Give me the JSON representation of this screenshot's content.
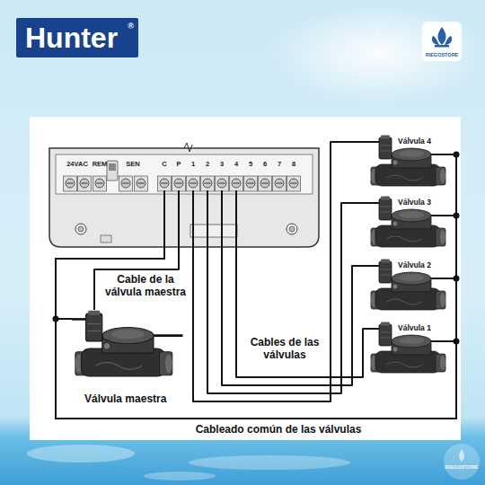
{
  "diagram": {
    "nodes": [
      {
        "text": [
          "Hunter"
        ]
      },
      {
        "text": [
          "24VAC",
          "REM",
          "SEN",
          "C",
          "P",
          "1",
          "2",
          "3",
          "4",
          "5",
          "6",
          "7",
          "8"
        ]
      },
      {
        "text": [
          "Válvula 4"
        ]
      },
      {
        "text": [
          "Válvula 3"
        ]
      },
      {
        "text": [
          "Válvula 2"
        ]
      },
      {
        "text": [
          "Válvula 1"
        ]
      },
      {
        "text": [
          "Válvula maestra"
        ]
      }
    ],
    "edges": [
      {
        "from": 1,
        "to": 6,
        "arrow": "none"
      },
      {
        "from": 1,
        "to": 2,
        "arrow": "none"
      },
      {
        "from": 1,
        "to": 3,
        "arrow": "none"
      },
      {
        "from": 1,
        "to": 4,
        "arrow": "none"
      },
      {
        "from": 1,
        "to": 5,
        "arrow": "none"
      }
    ],
    "labels": [
      "®",
      "RIEGOSTORE",
      "Cable de la válvula maestra",
      "Cables de las válvulas",
      "Cableado común de las válvulas",
      "RIEGOSTORE"
    ]
  }
}
